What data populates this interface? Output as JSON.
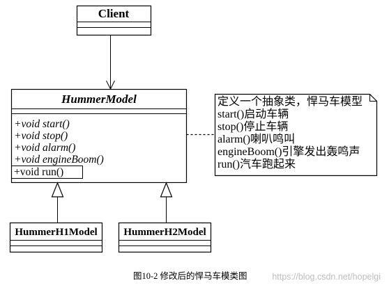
{
  "client": {
    "name": "Client"
  },
  "abstract_class": {
    "name": "HummerModel",
    "methods": [
      "+void start()",
      "+void stop()",
      "+void alarm()",
      "+void engineBoom()",
      "+void run()"
    ]
  },
  "note": {
    "lines": [
      "定义一个抽象类，悍马车模型",
      "start()启动车辆",
      "stop()停止车辆",
      "alarm()喇叭鸣叫",
      "engineBoom()引擎发出轰鸣声",
      "run()汽车跑起来"
    ]
  },
  "subclasses": [
    {
      "name": "HummerH1Model"
    },
    {
      "name": "HummerH2Model"
    }
  ],
  "caption": "图10-2 修改后的悍马车模类图",
  "watermark": "https://blog.csdn.net/hopelgi"
}
